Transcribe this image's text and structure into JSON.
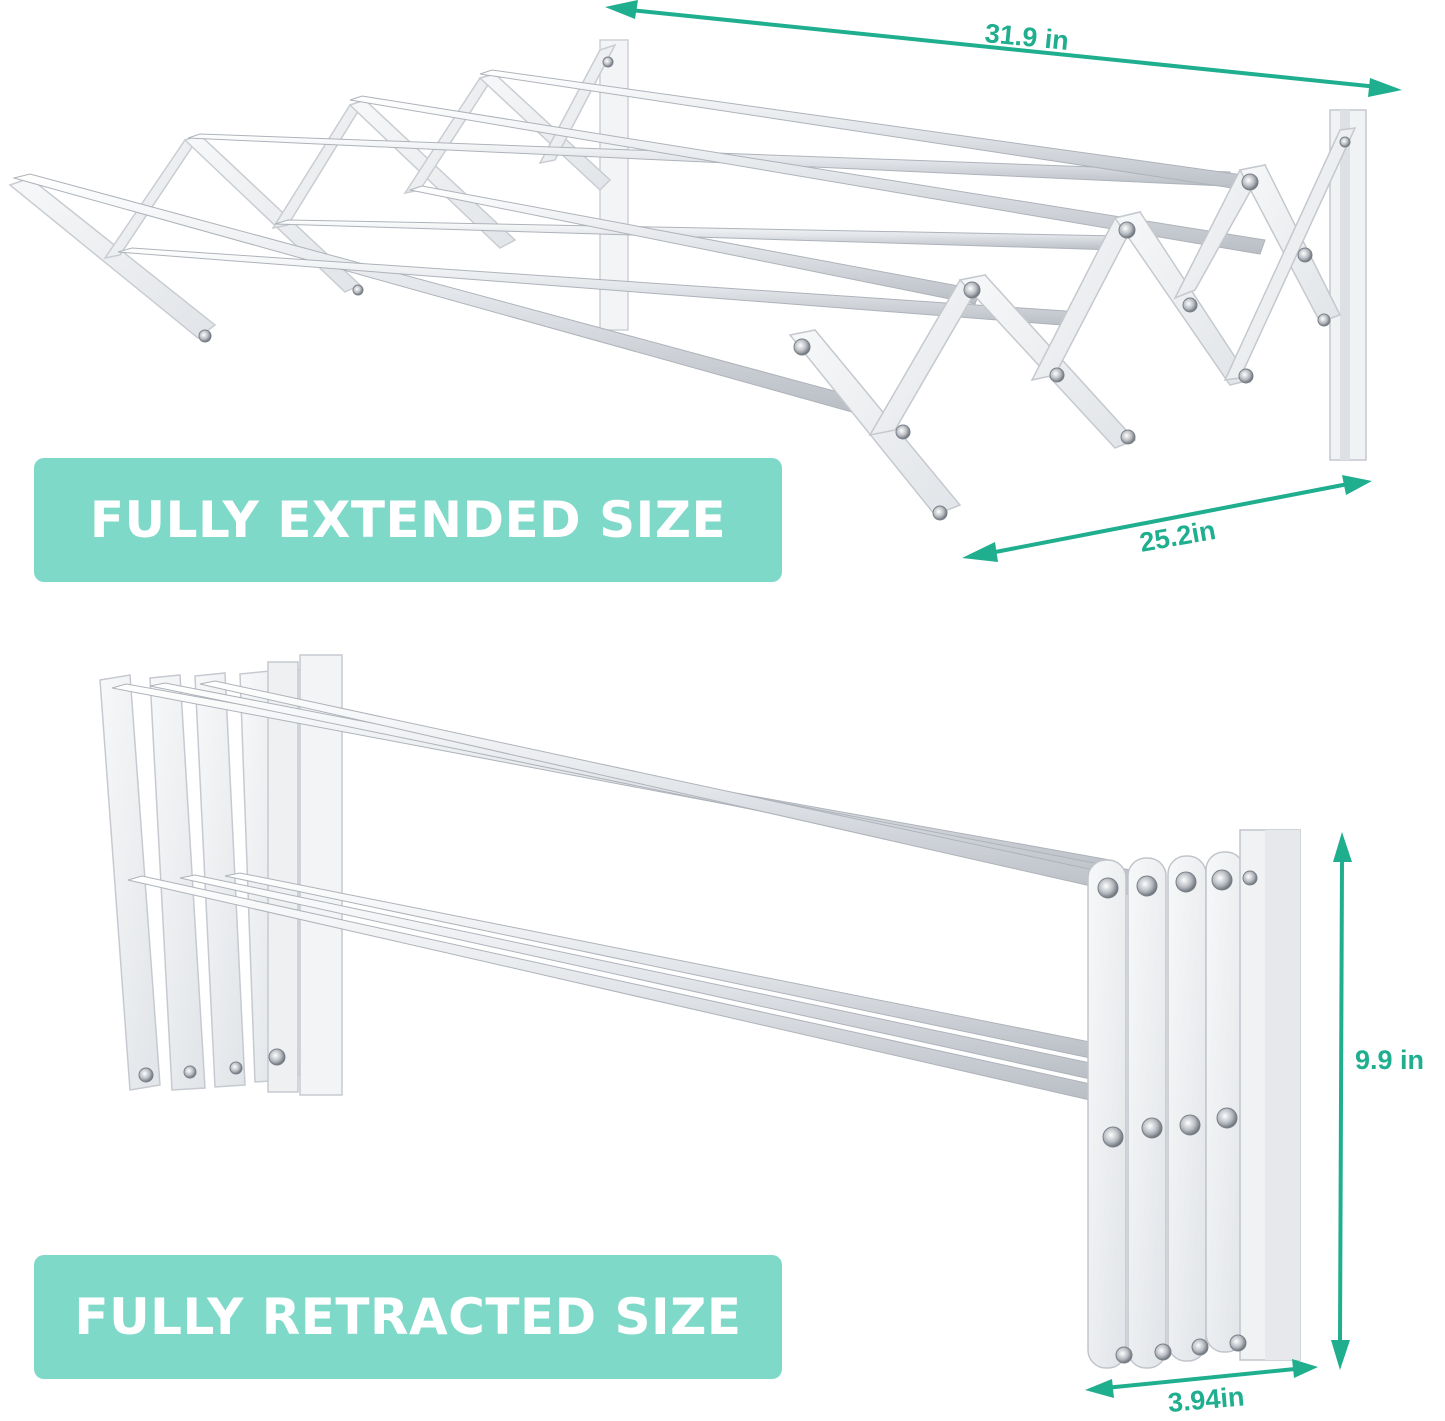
{
  "product": {
    "name": "Wall-mounted accordion drying rack",
    "color": "#eef0f2"
  },
  "colors": {
    "accent": "#1fae8e",
    "banner_bg": "#7fd9c9",
    "banner_text": "#ffffff"
  },
  "extended": {
    "banner_label": "FULLY EXTENDED SIZE",
    "width_label": "31.9 in",
    "depth_label": "25.2in"
  },
  "retracted": {
    "banner_label": "FULLY RETRACTED SIZE",
    "height_label": "9.9 in",
    "depth_label": "3.94in"
  }
}
